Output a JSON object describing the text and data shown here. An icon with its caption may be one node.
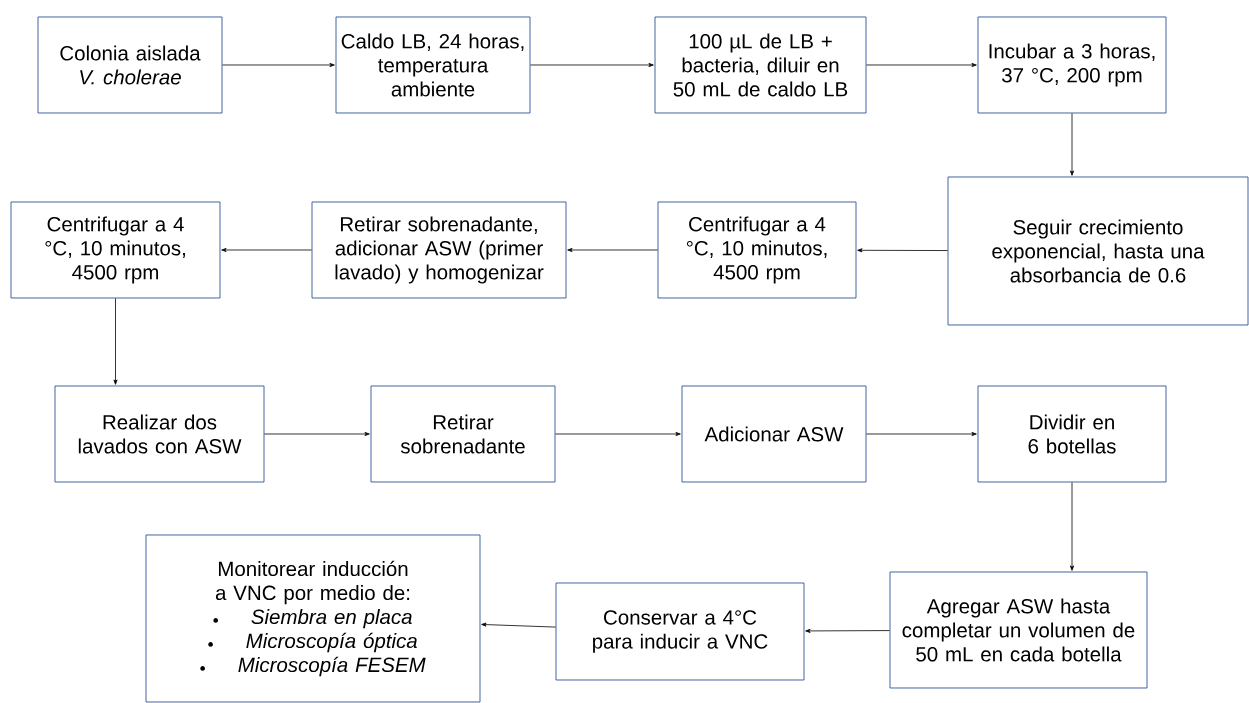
{
  "diagram": {
    "nodes": [
      {
        "text": [
          "Colonia aislada",
          "*V. cholerae*"
        ]
      },
      {
        "text": [
          "Caldo LB, 24 horas, temperatura ambiente"
        ]
      },
      {
        "text": [
          "100 µL de LB + bacteria, diluir en 50 mL de caldo LB"
        ]
      },
      {
        "text": [
          "Incubar a 3 horas, 37 °C, 200 rpm"
        ]
      },
      {
        "text": [
          "Seguir crecimiento exponencial, hasta una absorbancia de 0.6"
        ]
      },
      {
        "text": [
          "Centrifugar a 4 °C, 10 minutos, 4500 rpm"
        ]
      },
      {
        "text": [
          "Retirar sobrenadante, adicionar ASW (primer lavado) y homogenizar"
        ]
      },
      {
        "text": [
          "Centrifugar a 4 °C, 10 minutos, 4500 rpm"
        ]
      },
      {
        "text": [
          "Realizar dos lavados con ASW"
        ]
      },
      {
        "text": [
          "Retirar sobrenadante"
        ]
      },
      {
        "text": [
          "Adicionar ASW"
        ]
      },
      {
        "text": [
          "Dividir en 6 botellas"
        ]
      },
      {
        "text": [
          "Agregar ASW hasta completar un volumen de 50 mL en cada botella"
        ]
      },
      {
        "text": [
          "Conservar a 4°C para inducir a VNC"
        ]
      },
      {
        "text": [
          "Monitorear inducción a VNC por medio de:",
          "*Siembra en placa*",
          "*Microscopía óptica*",
          "*Microscopía FESEM*"
        ]
      }
    ],
    "edges": [
      {
        "from": 0,
        "to": 1,
        "arrow": "to"
      },
      {
        "from": 1,
        "to": 2,
        "arrow": "to"
      },
      {
        "from": 2,
        "to": 3,
        "arrow": "to"
      },
      {
        "from": 3,
        "to": 4,
        "arrow": "to"
      },
      {
        "from": 4,
        "to": 5,
        "arrow": "to"
      },
      {
        "from": 5,
        "to": 6,
        "arrow": "to"
      },
      {
        "from": 6,
        "to": 7,
        "arrow": "to"
      },
      {
        "from": 7,
        "to": 8,
        "arrow": "to"
      },
      {
        "from": 8,
        "to": 9,
        "arrow": "to"
      },
      {
        "from": 9,
        "to": 10,
        "arrow": "to"
      },
      {
        "from": 10,
        "to": 11,
        "arrow": "to"
      },
      {
        "from": 11,
        "to": 12,
        "arrow": "to"
      },
      {
        "from": 12,
        "to": 13,
        "arrow": "to"
      },
      {
        "from": 13,
        "to": 14,
        "arrow": "to"
      }
    ]
  }
}
